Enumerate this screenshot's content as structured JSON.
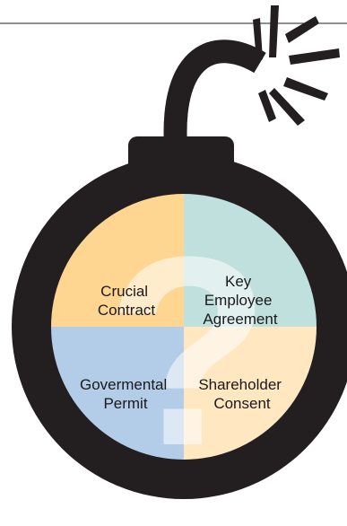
{
  "quadrants": {
    "top_left": {
      "lines": [
        "Crucial",
        "Contract"
      ],
      "color": "#ffd691"
    },
    "top_right": {
      "lines": [
        "Key",
        "Employee",
        "Agreement"
      ],
      "color": "#bfe0dd"
    },
    "bottom_left": {
      "lines": [
        "Govermental",
        "Permit"
      ],
      "color": "#b3cde8"
    },
    "bottom_right": {
      "lines": [
        "Shareholder",
        "Consent"
      ],
      "color": "#ffe7c1"
    }
  },
  "watermark_glyph": "?",
  "colors": {
    "bomb_body": "#231f20",
    "spark": "#231f20",
    "rule_line": "#231f20",
    "background": "#ffffff"
  }
}
